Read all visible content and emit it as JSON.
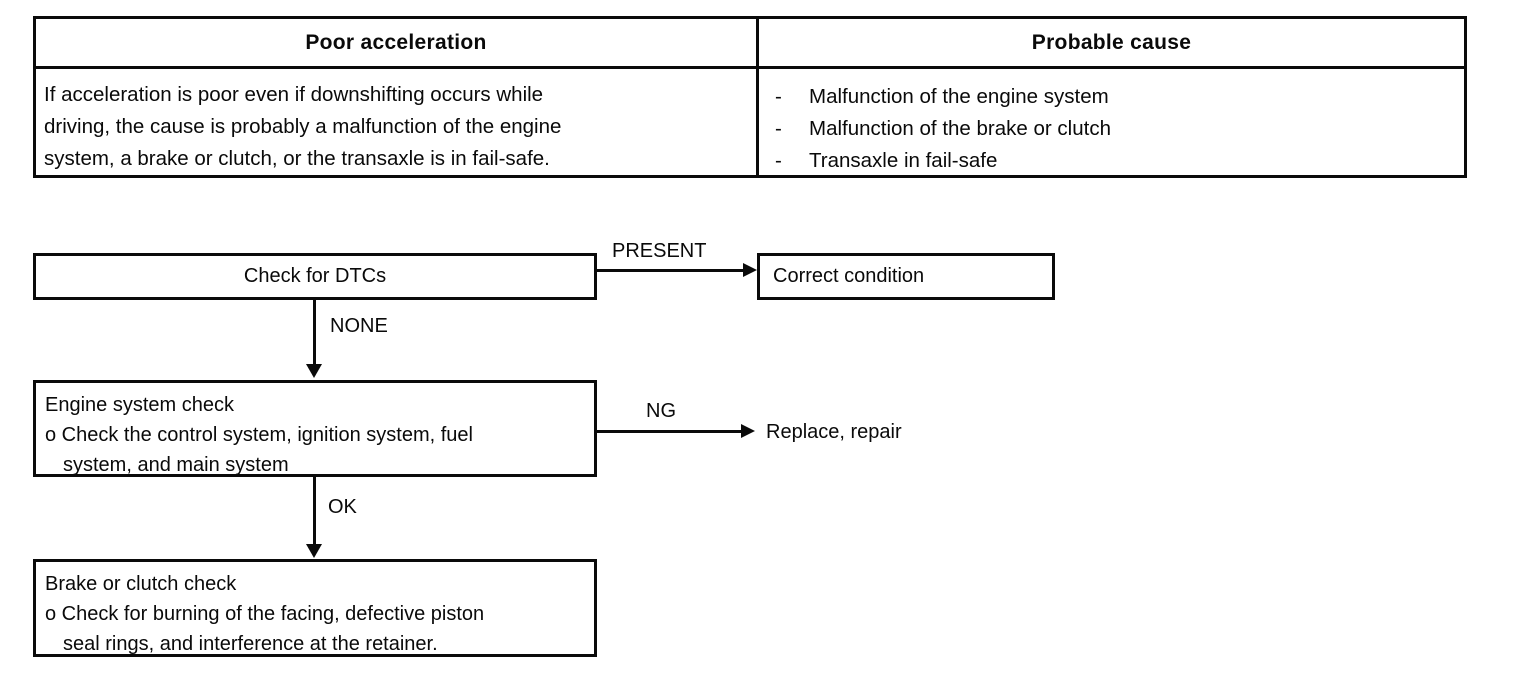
{
  "colors": {
    "ink": "#0a0a0a",
    "paper": "#ffffff"
  },
  "table": {
    "headers": {
      "symptom": "Poor acceleration",
      "cause": "Probable cause"
    },
    "symptom_lines": [
      "If acceleration is poor even if downshifting occurs while",
      "driving, the cause is probably a malfunction of the engine",
      "system, a brake or clutch, or the transaxle is in fail-safe."
    ],
    "bullet": "-",
    "causes": [
      "Malfunction of the engine system",
      "Malfunction of the brake or clutch",
      "Transaxle in fail-safe"
    ]
  },
  "flowchart": {
    "check_dtcs_label": "Check for DTCs",
    "present_label": "PRESENT",
    "correct_condition_label": "Correct condition",
    "none_label": "NONE",
    "engine_check_lines": {
      "title": "Engine system check",
      "line2": "o Check the control system, ignition system, fuel",
      "line3": "system, and main system"
    },
    "ng_label": "NG",
    "replace_repair_label": "Replace, repair",
    "ok_label": "OK",
    "brake_check_lines": {
      "title": "Brake or clutch check",
      "line2": "o Check for burning of the facing, defective piston",
      "line3": "seal rings, and interference at the retainer."
    }
  }
}
